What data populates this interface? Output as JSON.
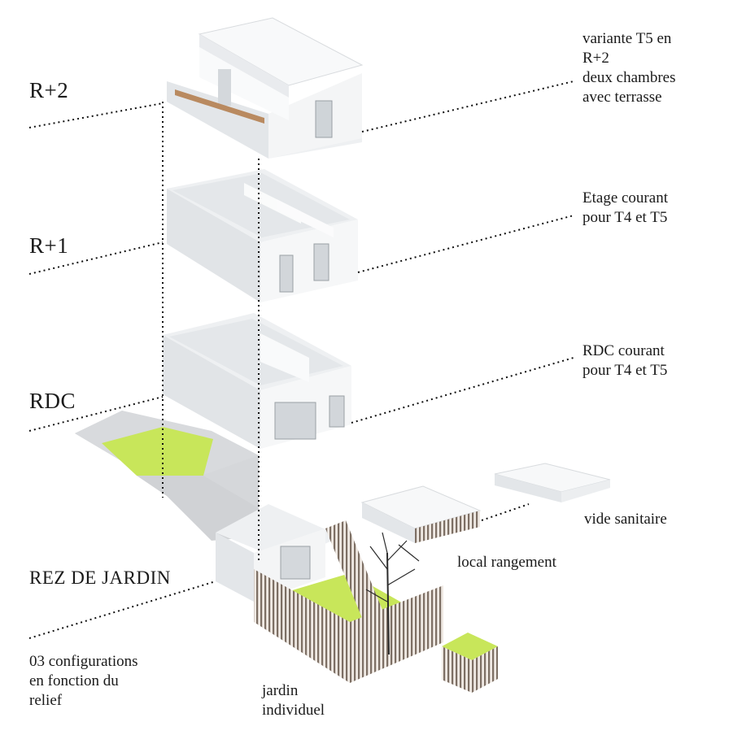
{
  "levels": {
    "r2": "R+2",
    "r1": "R+1",
    "rdc": "RDC",
    "rez_de_jardin": "REZ DE JARDIN"
  },
  "notes": {
    "r2": [
      "variante T5 en",
      "R+2",
      "deux chambres",
      "avec terrasse"
    ],
    "r1": [
      "Etage courant",
      "pour T4 et T5"
    ],
    "rdc": [
      "RDC courant",
      "pour T4 et T5"
    ],
    "vide_sanitaire": "vide sanitaire",
    "local_rangement": "local rangement",
    "configurations": [
      "03 configurations",
      "en fonction du",
      "relief"
    ],
    "jardin": [
      "jardin",
      "individuel"
    ]
  },
  "colors": {
    "wall_light": "#f6f7f8",
    "wall_shade": "#e4e7ea",
    "wall_dark": "#cdd1d5",
    "terrain": "#d3d5d8",
    "lawn": "#c8e65a",
    "wood": "#8a7c70",
    "leader": "#111111"
  }
}
